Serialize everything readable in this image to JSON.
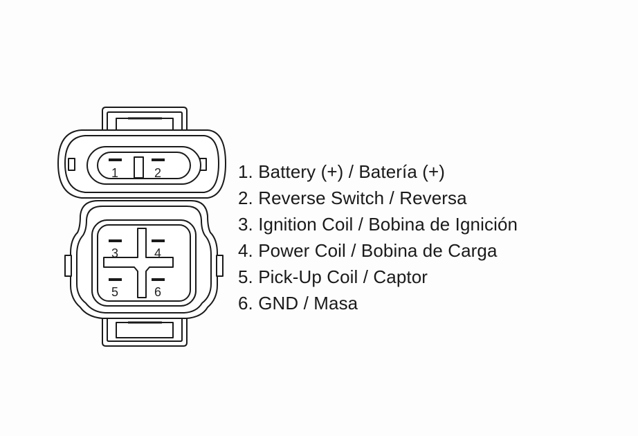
{
  "connector": {
    "top_plug": {
      "pins": [
        "1",
        "2"
      ]
    },
    "bottom_plug": {
      "pins": [
        "3",
        "4",
        "5",
        "6"
      ]
    }
  },
  "legend": {
    "items": [
      "1. Battery (+) / Batería (+)",
      "2. Reverse Switch / Reversa",
      "3. Ignition Coil / Bobina de Ignición",
      "4. Power Coil / Bobina de Carga",
      "5. Pick-Up Coil / Captor",
      "6. GND / Masa"
    ]
  },
  "colors": {
    "line": "#1a1a1a",
    "fill": "#ffffff",
    "background": "#fdfdfd"
  }
}
